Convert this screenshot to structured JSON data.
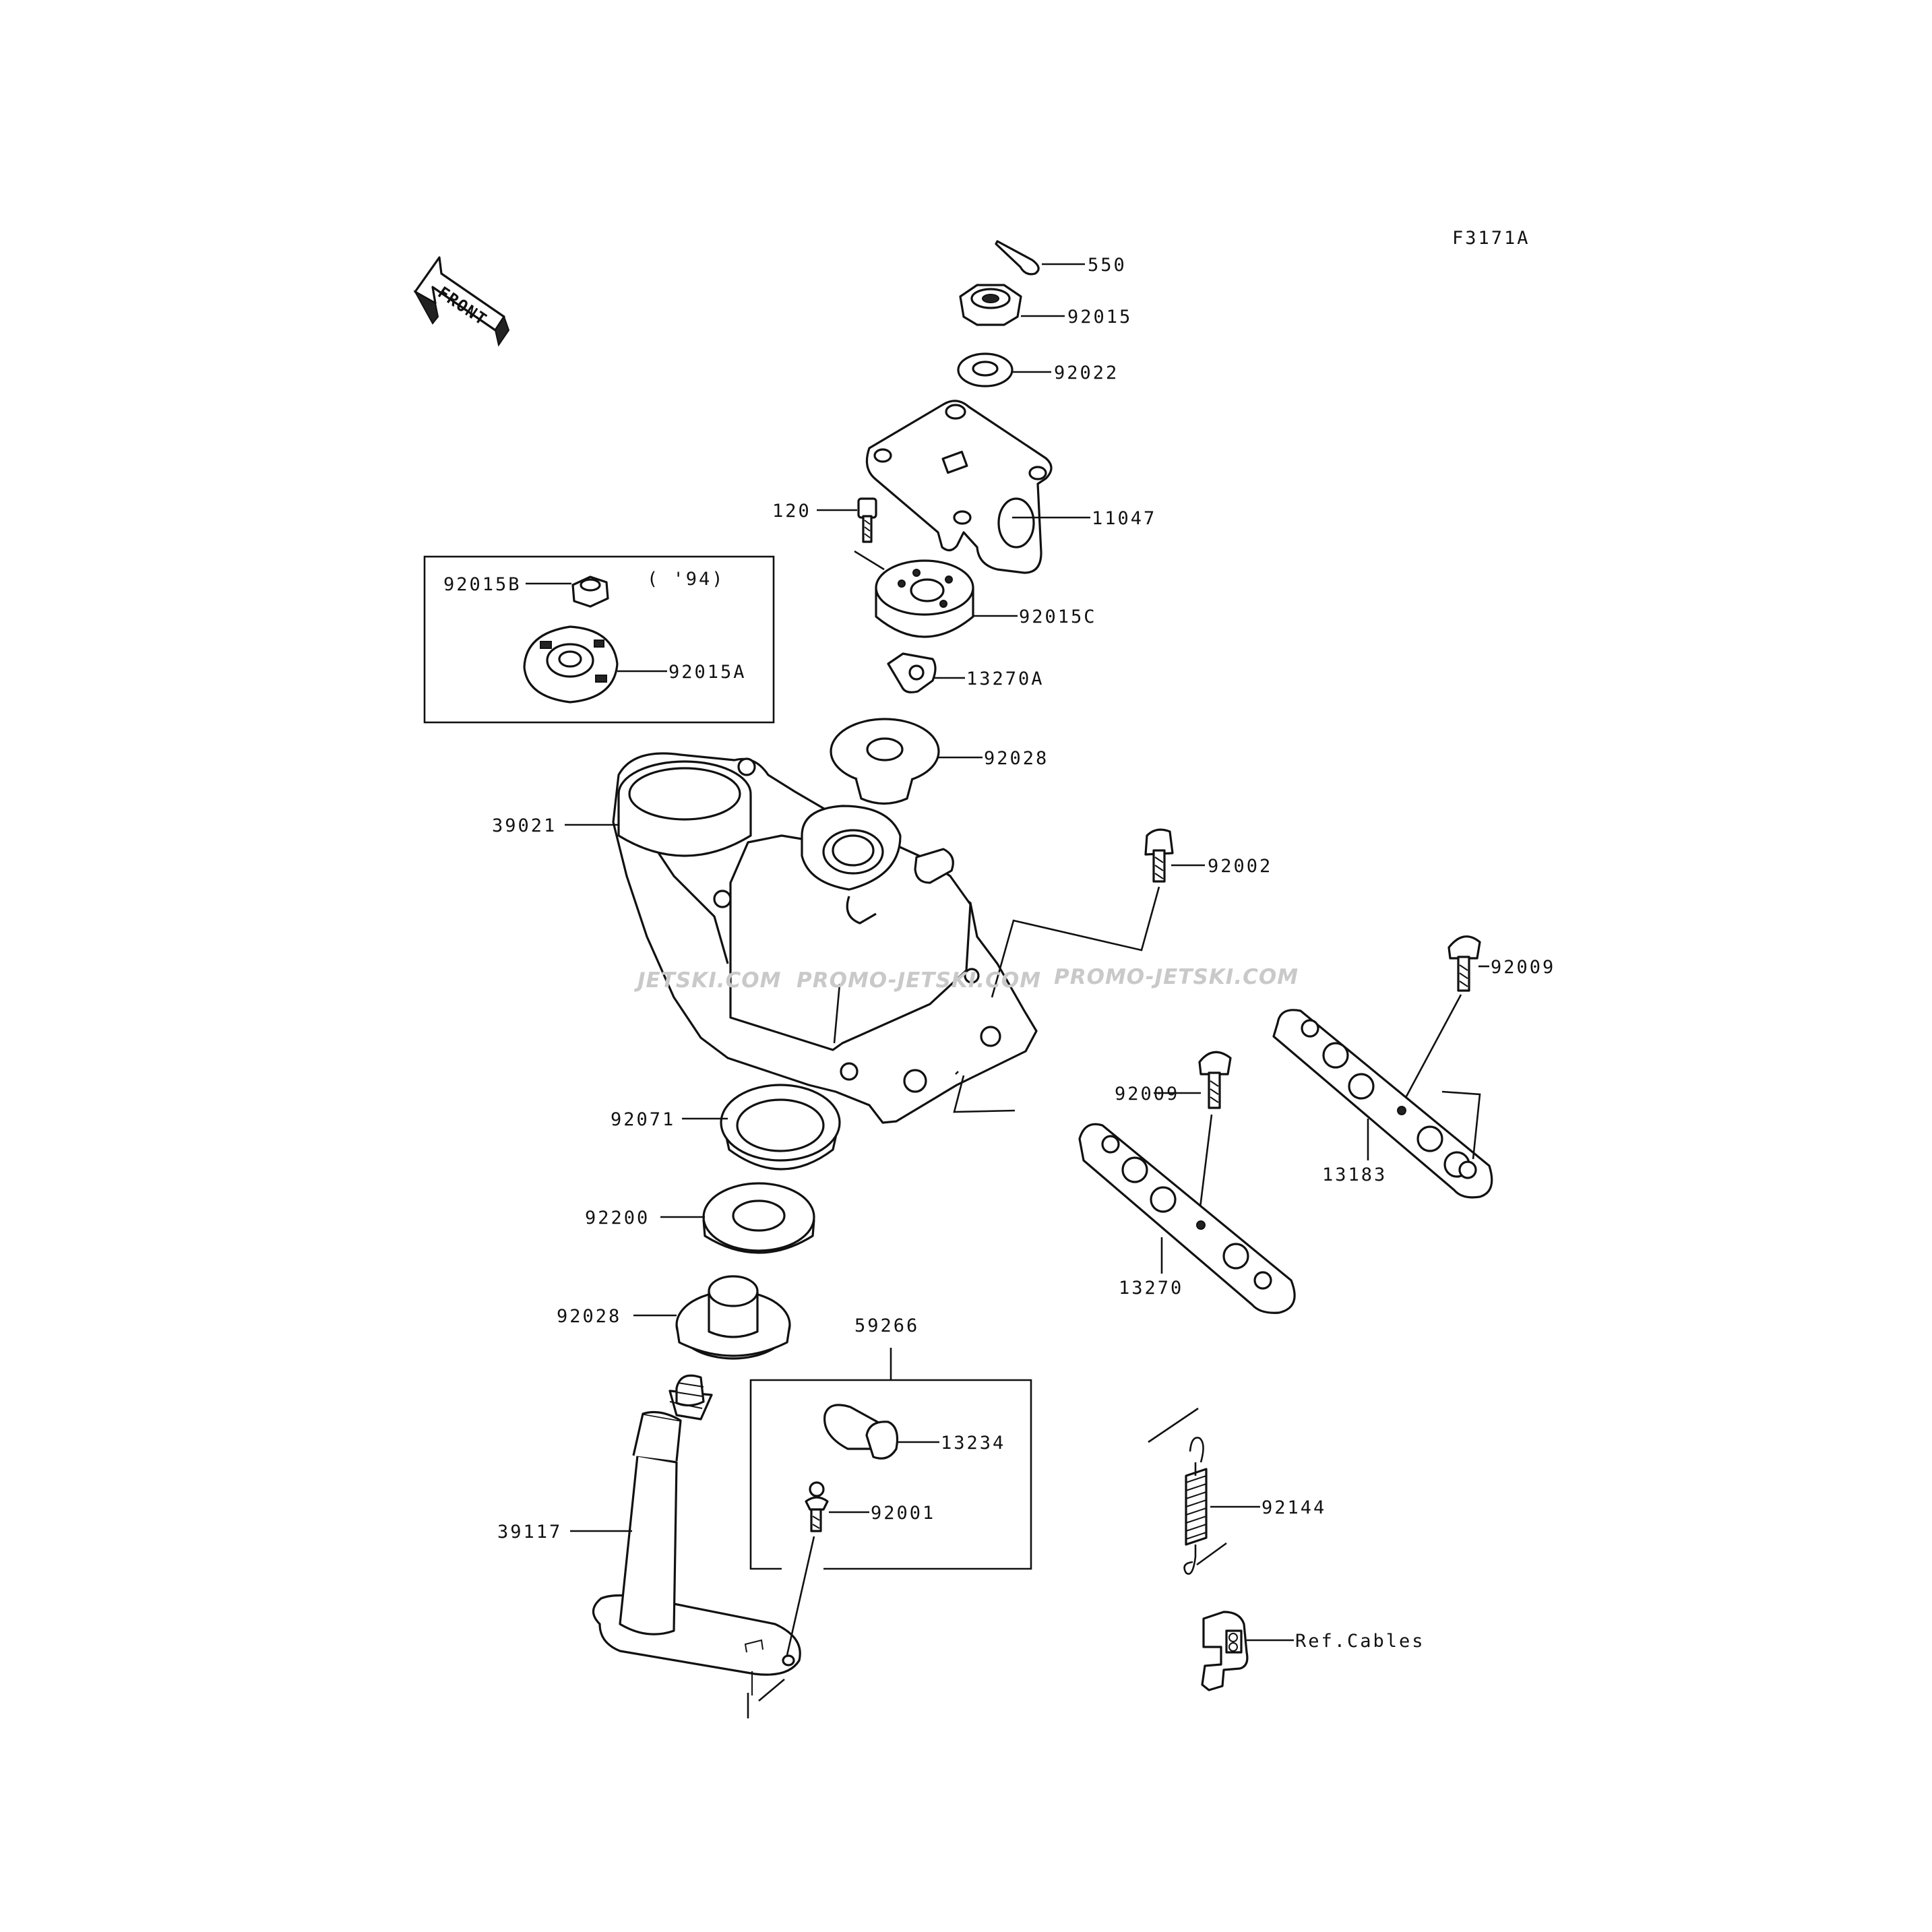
{
  "figure_code": "F3171A",
  "front_label": "FRONT",
  "watermarks": [
    "JETSKI.COM",
    "PROMO-JETSKI.COM",
    "PROMO-JETSKI.COM"
  ],
  "parts": {
    "p550": "550",
    "p92015": "92015",
    "p92022": "92022",
    "p120": "120",
    "p11047": "11047",
    "p92015C": "92015C",
    "p13270A": "13270A",
    "p92028_top": "92028",
    "p39021": "39021",
    "p92002": "92002",
    "p92009_right": "92009",
    "p92009_left": "92009",
    "p13183": "13183",
    "p13270": "13270",
    "p92071": "92071",
    "p92200": "92200",
    "p92028_bottom": "92028",
    "p59266": "59266",
    "p13234": "13234",
    "p92001": "92001",
    "p39117": "39117",
    "p92144": "92144",
    "ref_cables": "Ref.Cables"
  },
  "inset_94": {
    "year_label": "( '94)",
    "p92015B": "92015B",
    "p92015A": "92015A"
  }
}
